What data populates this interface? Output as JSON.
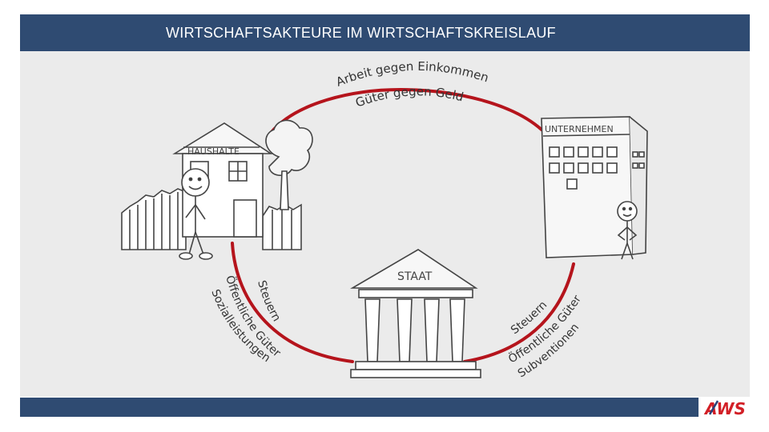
{
  "header": {
    "title": "WIRTSCHAFTSAKTEURE IM WIRTSCHAFTSKREISLAUF"
  },
  "actors": {
    "household_label": "HAUSHALTE",
    "company_label": "UNTERNEHMEN",
    "state_label": "STAAT"
  },
  "flows": {
    "top_outer": "Arbeit gegen Einkommen",
    "top_inner": "Güter gegen Geld",
    "left_1": "Steuern",
    "left_2": "Öffentliche Güter",
    "left_3": "Sozialleistungen",
    "right_1": "Steuern",
    "right_2": "Öffentliche Güter",
    "right_3": "Subventionen"
  },
  "logo": {
    "text": "AWS"
  },
  "colors": {
    "header_bg": "#2f4b72",
    "circle": "#b5141c",
    "stage_bg": "#ebebeb",
    "logo_red": "#d21f26",
    "logo_blue": "#27427a"
  }
}
